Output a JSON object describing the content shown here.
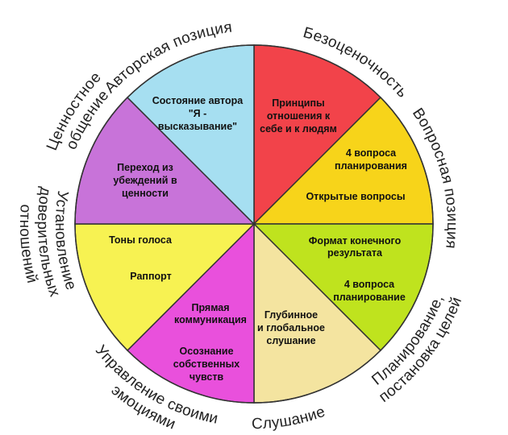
{
  "wheel": {
    "sectors": [
      {
        "id": "bezotsenochnost",
        "color": "#f2434a",
        "outer_label": [
          "Безоценочность"
        ],
        "inner_labels": [
          [
            "Принципы",
            "отношения к",
            "себе и к людям"
          ]
        ]
      },
      {
        "id": "voprosnaya",
        "color": "#f7d41a",
        "outer_label": [
          "Вопросная позиция"
        ],
        "inner_labels": [
          [
            "4 вопроса",
            "планирования"
          ],
          [
            "Открытые вопросы"
          ]
        ]
      },
      {
        "id": "planirovanie",
        "color": "#bfe31e",
        "outer_label": [
          "Планирование,",
          "постановка целей"
        ],
        "inner_labels": [
          [
            "Формат конечного",
            "результата"
          ],
          [
            "4 вопроса",
            "планирование"
          ]
        ]
      },
      {
        "id": "slushanie",
        "color": "#f4e4a0",
        "outer_label": [
          "Слушание"
        ],
        "inner_labels": [
          [
            "Глубинное",
            "и глобальное",
            "слушание"
          ]
        ]
      },
      {
        "id": "upravlenie",
        "color": "#e950dc",
        "outer_label": [
          "Управление своими",
          "эмоциями"
        ],
        "inner_labels": [
          [
            "Прямая",
            "коммуникация"
          ],
          [
            "Осознание",
            "собственных",
            "чувств"
          ]
        ]
      },
      {
        "id": "doveritelnye",
        "color": "#f7f252",
        "outer_label": [
          "Установление",
          "доверительных",
          "отношений"
        ],
        "inner_labels": [
          [
            "Тоны голоса"
          ],
          [
            "Раппорт"
          ]
        ]
      },
      {
        "id": "tsennostnoe",
        "color": "#c873d9",
        "outer_label": [
          "Ценностное",
          "общение"
        ],
        "inner_labels": [
          [
            "Переход из",
            "убеждений в",
            "ценности"
          ]
        ]
      },
      {
        "id": "avtorskaya",
        "color": "#a6dff1",
        "outer_label": [
          "Авторская позиция"
        ],
        "inner_labels": [
          [
            "Состояние автора",
            "\"Я -",
            "высказывание\""
          ]
        ]
      }
    ]
  }
}
